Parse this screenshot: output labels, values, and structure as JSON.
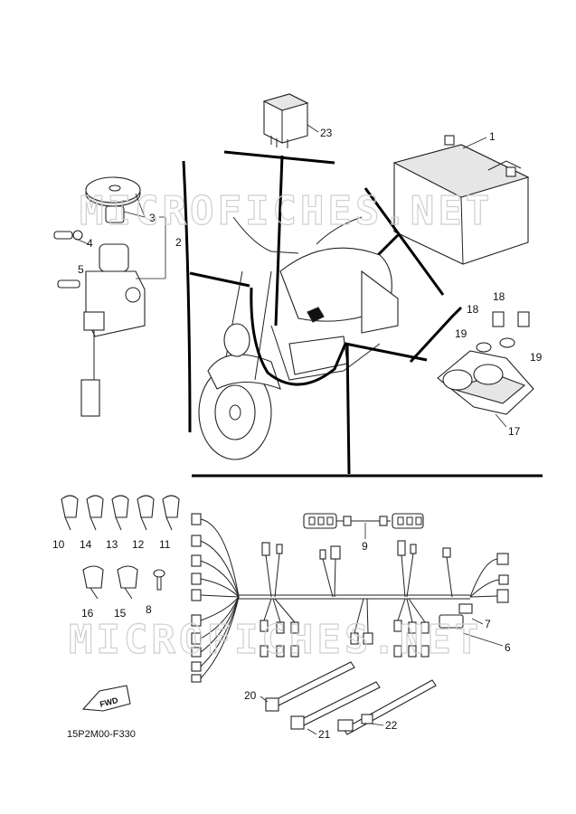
{
  "diagram_code": "15P2M00-F330",
  "fwd_label": "FWD",
  "watermark": "MICROFICHES.NET",
  "callouts": {
    "c1": "1",
    "c2": "2",
    "c3": "3",
    "c4": "4",
    "c5": "5",
    "c6": "6",
    "c7": "7",
    "c8": "8",
    "c9": "9",
    "c10": "10",
    "c11": "11",
    "c12": "12",
    "c13": "13",
    "c14": "14",
    "c15": "15",
    "c16": "16",
    "c17": "17",
    "c18a": "18",
    "c18b": "18",
    "c19a": "19",
    "c19b": "19",
    "c20": "20",
    "c21": "21",
    "c22": "22",
    "c23": "23"
  }
}
